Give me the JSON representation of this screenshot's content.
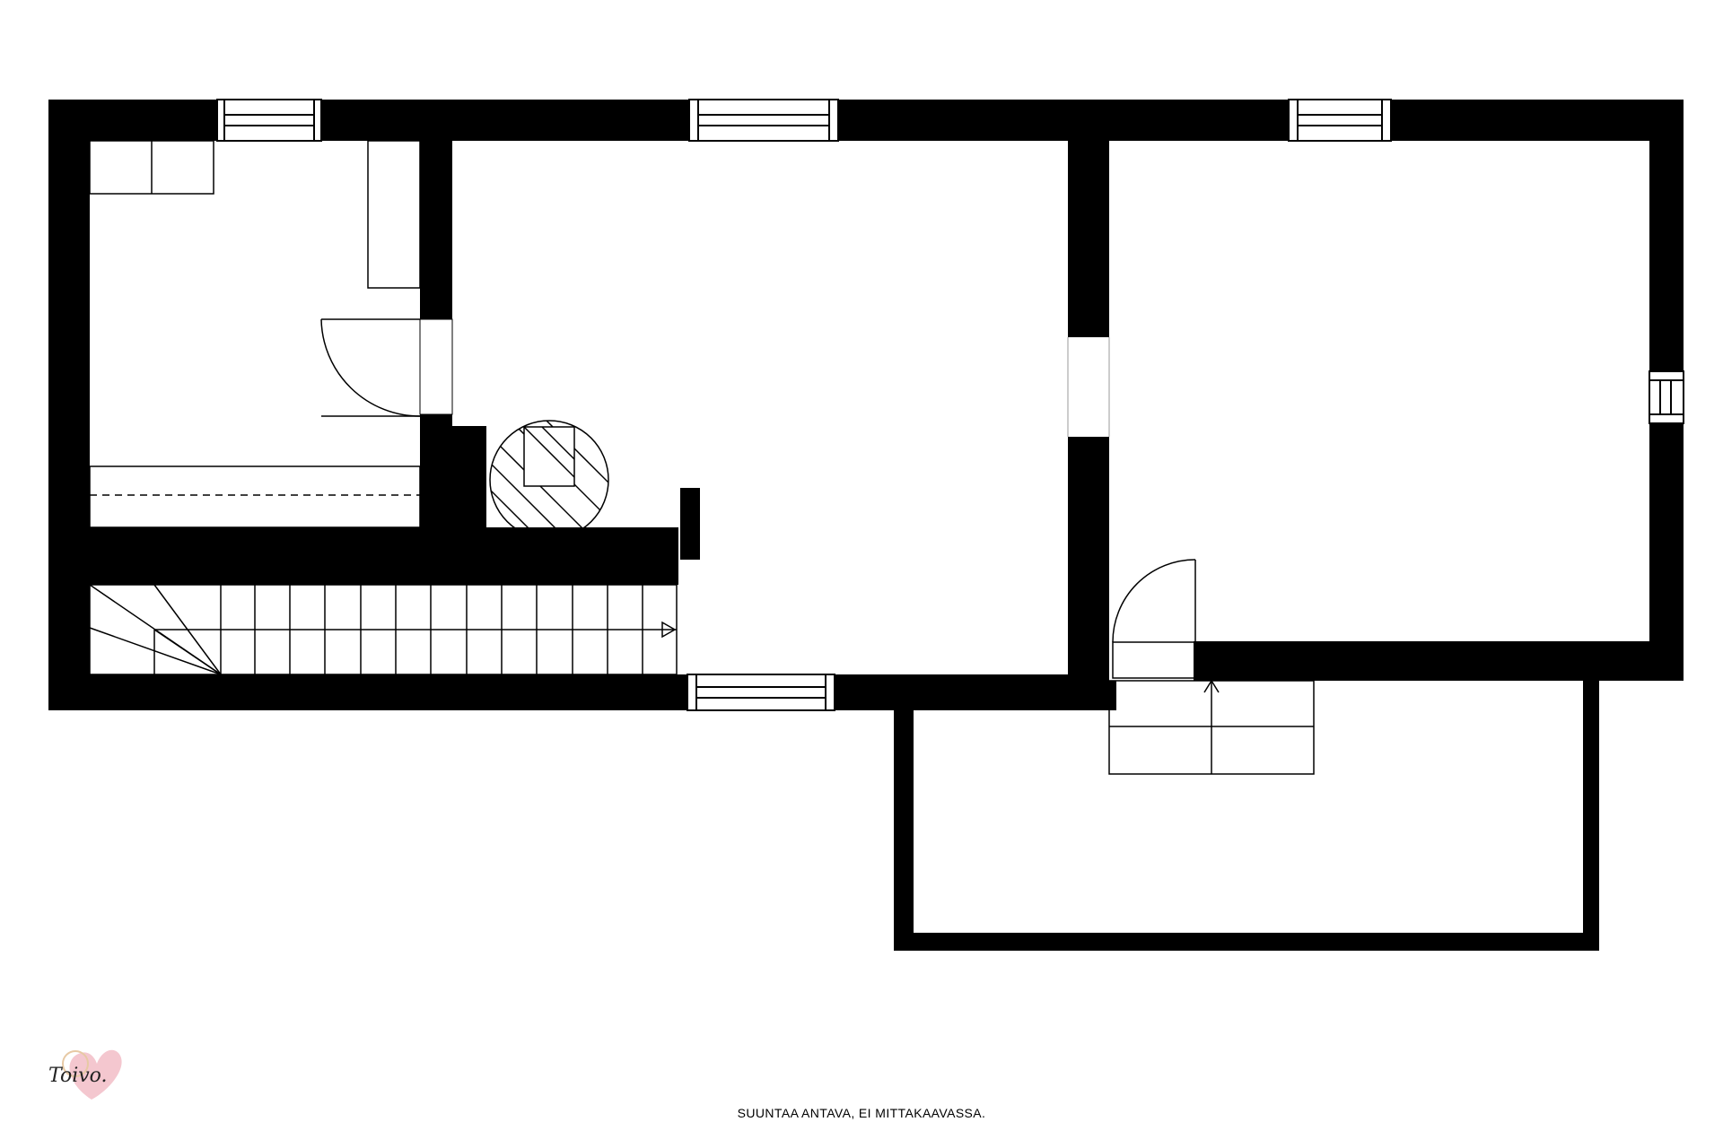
{
  "diagram": {
    "type": "floor-plan"
  },
  "footer": {
    "disclaimer": "SUUNTAA ANTAVA, EI MITTAKAAVASSA."
  },
  "logo": {
    "brand": "Toivo."
  },
  "colors": {
    "wall": "#000000",
    "background": "#ffffff",
    "logo_heart": "#f4c7cf",
    "logo_ring": "#e7c9a4"
  }
}
